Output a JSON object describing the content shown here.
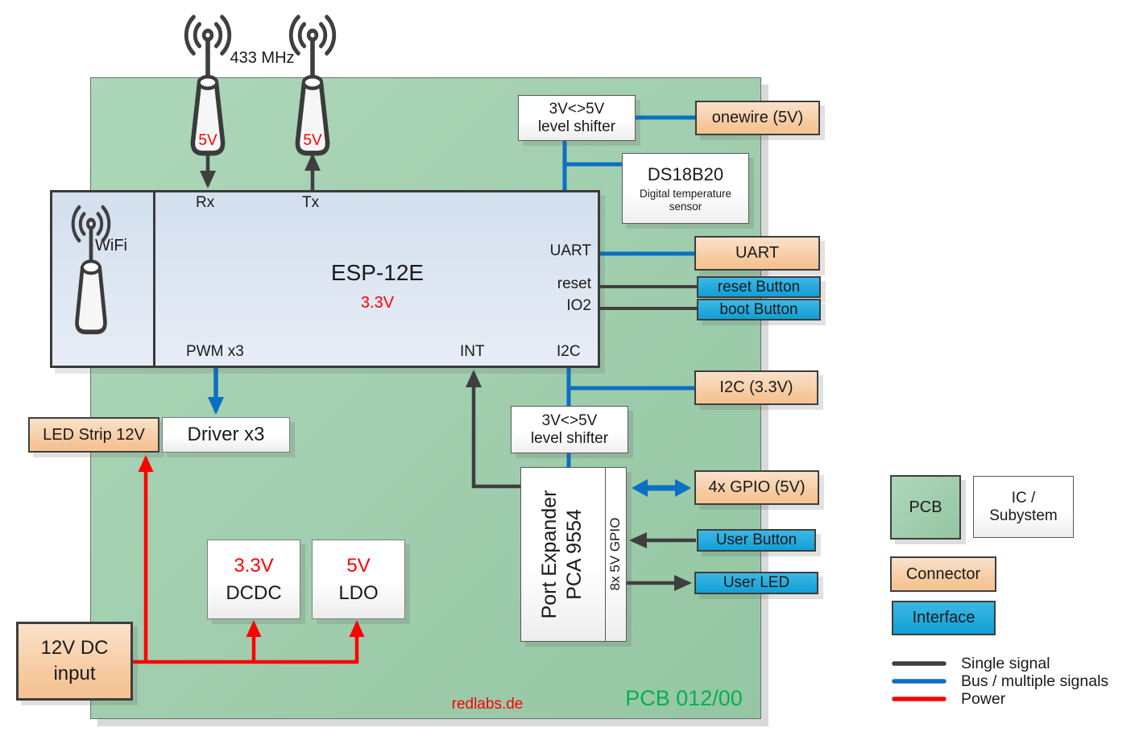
{
  "colors": {
    "pcb": "#9bceaa",
    "connector": "#f5c494",
    "interface": "#12a8e0",
    "bus_blue": "#0b6fc2",
    "signal_dark": "#3f3f3f",
    "power_red": "#fe0000",
    "board_text_green": "#00b050"
  },
  "antennas": {
    "frequency": "433 MHz",
    "rx_voltage": "5V",
    "tx_voltage": "5V"
  },
  "esp": {
    "title": "ESP-12E",
    "voltage": "3.3V",
    "wifi": "WiFi",
    "pin_rx": "Rx",
    "pin_tx": "Tx",
    "pin_uart": "UART",
    "pin_reset": "reset",
    "pin_io2": "IO2",
    "pin_pwm": "PWM x3",
    "pin_int": "INT",
    "pin_i2c": "I2C"
  },
  "level_shifter_top": {
    "line1": "3V<>5V",
    "line2": "level shifter"
  },
  "level_shifter_mid": {
    "line1": "3V<>5V",
    "line2": "level shifter"
  },
  "ds18b20": {
    "title": "DS18B20",
    "subtitle": "Digital temperature sensor"
  },
  "port_expander": {
    "name": "Port Expander",
    "part": "PCA 9554",
    "gpio": "8x 5V GPIO"
  },
  "connectors": {
    "onewire": "onewire (5V)",
    "uart": "UART",
    "i2c": "I2C (3.3V)",
    "gpio4x": "4x GPIO (5V)",
    "led_strip": "LED Strip 12V",
    "power_line1": "12V DC",
    "power_line2": "input"
  },
  "interfaces": {
    "reset_button": "reset Button",
    "boot_button": "boot Button",
    "user_button": "User Button",
    "user_led": "User LED"
  },
  "blocks": {
    "driver": "Driver x3",
    "dcdc_voltage": "3.3V",
    "dcdc": "DCDC",
    "ldo_voltage": "5V",
    "ldo": "LDO"
  },
  "footer": {
    "site": "redlabs.de",
    "board_id": "PCB 012/00"
  },
  "legend": {
    "pcb": "PCB",
    "ic_line1": "IC /",
    "ic_line2": "Subystem",
    "connector": "Connector",
    "interface": "Interface",
    "single_signal": "Single signal",
    "bus": "Bus / multiple signals",
    "power": "Power"
  }
}
